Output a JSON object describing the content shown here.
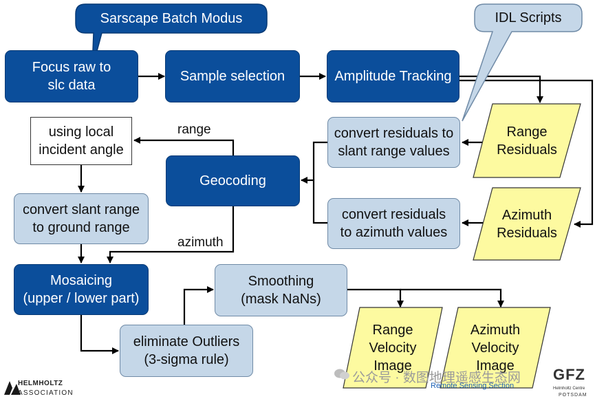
{
  "callouts": {
    "sarscape": "Sarscape Batch Modus",
    "idl": "IDL Scripts"
  },
  "nodes": {
    "focus": "Focus raw to\nslc data",
    "sample": "Sample selection",
    "amplitude": "Amplitude Tracking",
    "conv_slant": "convert residuals to\nslant range values",
    "range_res": "Range\nResiduals",
    "local_angle": "using local\nincident angle",
    "geocoding": "Geocoding",
    "conv_ground": "convert slant range\nto ground range",
    "conv_azimuth": "convert residuals\nto azimuth values",
    "azimuth_res": "Azimuth\nResiduals",
    "mosaicing": "Mosaicing\n(upper / lower part)",
    "smoothing": "Smoothing\n(mask NaNs)",
    "eliminate": "eliminate Outliers\n(3-sigma rule)",
    "range_vel": "Range\nVelocity\nImage",
    "azimuth_vel": "Azimuth\nVelocity\nImage"
  },
  "edge_labels": {
    "range": "range",
    "azimuth": "azimuth"
  },
  "footer": {
    "helmholtz_line1": "HELMHOLTZ",
    "helmholtz_line2": "ASSOCIATION",
    "section": "Remote Sensing Section",
    "gfz": "GFZ",
    "gfz_sub1": "Helmholtz Centre",
    "gfz_sub2": "POTSDAM",
    "watermark": "公众号 · 数图地理遥感生态网"
  },
  "colors": {
    "dark_box": "#0b4e9b",
    "light_box": "#c5d7e8",
    "parallelogram": "#fdfaa0",
    "arrow": "#000000"
  }
}
